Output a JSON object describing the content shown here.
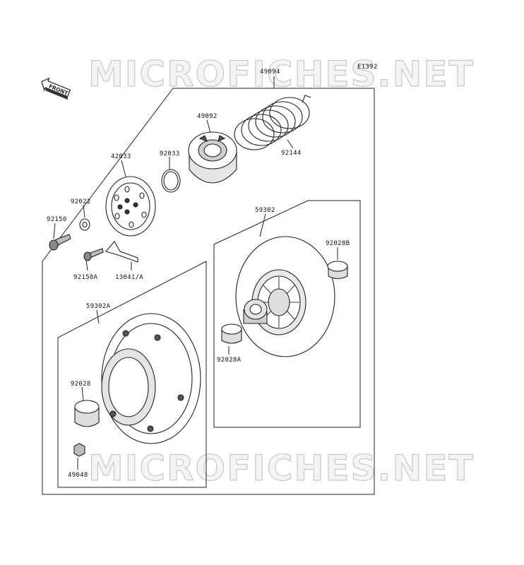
{
  "diagram_code": "E1392",
  "watermark": "MICROFICHES.NET",
  "front_badge": "FRONT",
  "parts": {
    "spring_assembly": "49094",
    "spring_cam": "49092",
    "spring": "92144",
    "ring": "92033",
    "cover_plate": "42033",
    "washer": "92022",
    "bolt": "92150",
    "bolt_a": "92150A",
    "ramp_a": "13041/A",
    "fixed_sheave": "59302",
    "bushing_b": "92028B",
    "bushing_a": "92028A",
    "movable_sheave": "59302A",
    "bushing": "92028",
    "weight": "49048"
  }
}
